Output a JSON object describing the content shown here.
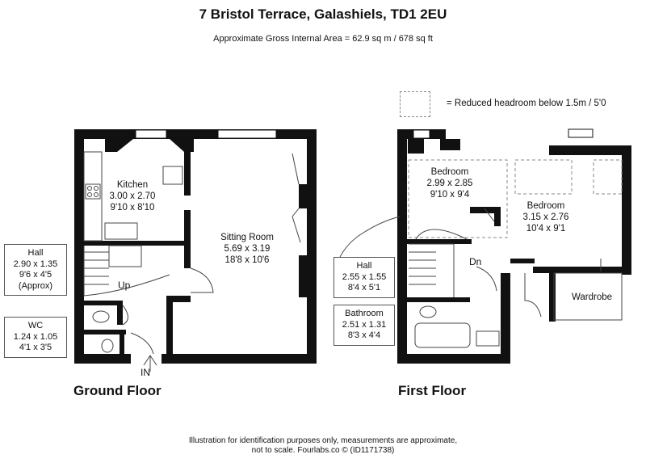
{
  "title": "7 Bristol Terrace, Galashiels, TD1 2EU",
  "gross_area": "Approximate Gross Internal Area = 62.9 sq m / 678 sq ft",
  "legend": {
    "label": "= Reduced headroom below 1.5m / 5'0"
  },
  "ground_floor": {
    "label": "Ground Floor",
    "entrance": "IN",
    "stairs_up": "Up",
    "rooms": {
      "kitchen": {
        "name": "Kitchen",
        "metric": "3.00 x 2.70",
        "imperial": "9'10 x 8'10"
      },
      "sitting": {
        "name": "Sitting Room",
        "metric": "5.69 x 3.19",
        "imperial": "18'8 x 10'6"
      },
      "hall": {
        "name": "Hall",
        "metric": "2.90 x 1.35",
        "imperial": "9'6 x 4'5",
        "note": "(Approx)"
      },
      "wc": {
        "name": "WC",
        "metric": "1.24 x 1.05",
        "imperial": "4'1 x 3'5"
      }
    }
  },
  "first_floor": {
    "label": "First Floor",
    "stairs_down": "Dn",
    "rooms": {
      "bedroom1": {
        "name": "Bedroom",
        "metric": "2.99 x 2.85",
        "imperial": "9'10 x 9'4"
      },
      "bedroom2": {
        "name": "Bedroom",
        "metric": "3.15 x 2.76",
        "imperial": "10'4 x 9'1"
      },
      "wardrobe": {
        "name": "Wardrobe"
      },
      "hall": {
        "name": "Hall",
        "metric": "2.55 x 1.55",
        "imperial": "8'4 x 5'1"
      },
      "bathroom": {
        "name": "Bathroom",
        "metric": "2.51 x 1.31",
        "imperial": "8'3 x 4'4"
      }
    }
  },
  "footer": {
    "line1": "Illustration for identification purposes only, measurements are approximate,",
    "line2": "not to scale. Fourlabs.co © (ID1171738)"
  }
}
